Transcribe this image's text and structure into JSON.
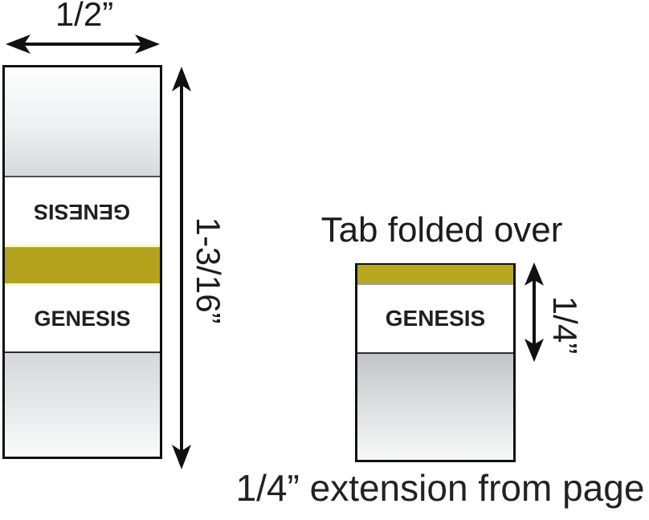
{
  "diagram": {
    "flat_tab": {
      "width_label": "1/2”",
      "height_label": "1-3/16”",
      "top_label": "GENESIS",
      "bottom_label": "GENESIS"
    },
    "folded_tab": {
      "title": "Tab folded over",
      "label": "GENESIS",
      "fold_depth_label": "1/4”"
    },
    "caption": "1/4” extension from page",
    "colors": {
      "gold": "#b3a21c",
      "gold_folded": "#b9a81e",
      "ink": "#1c1c1c"
    }
  }
}
